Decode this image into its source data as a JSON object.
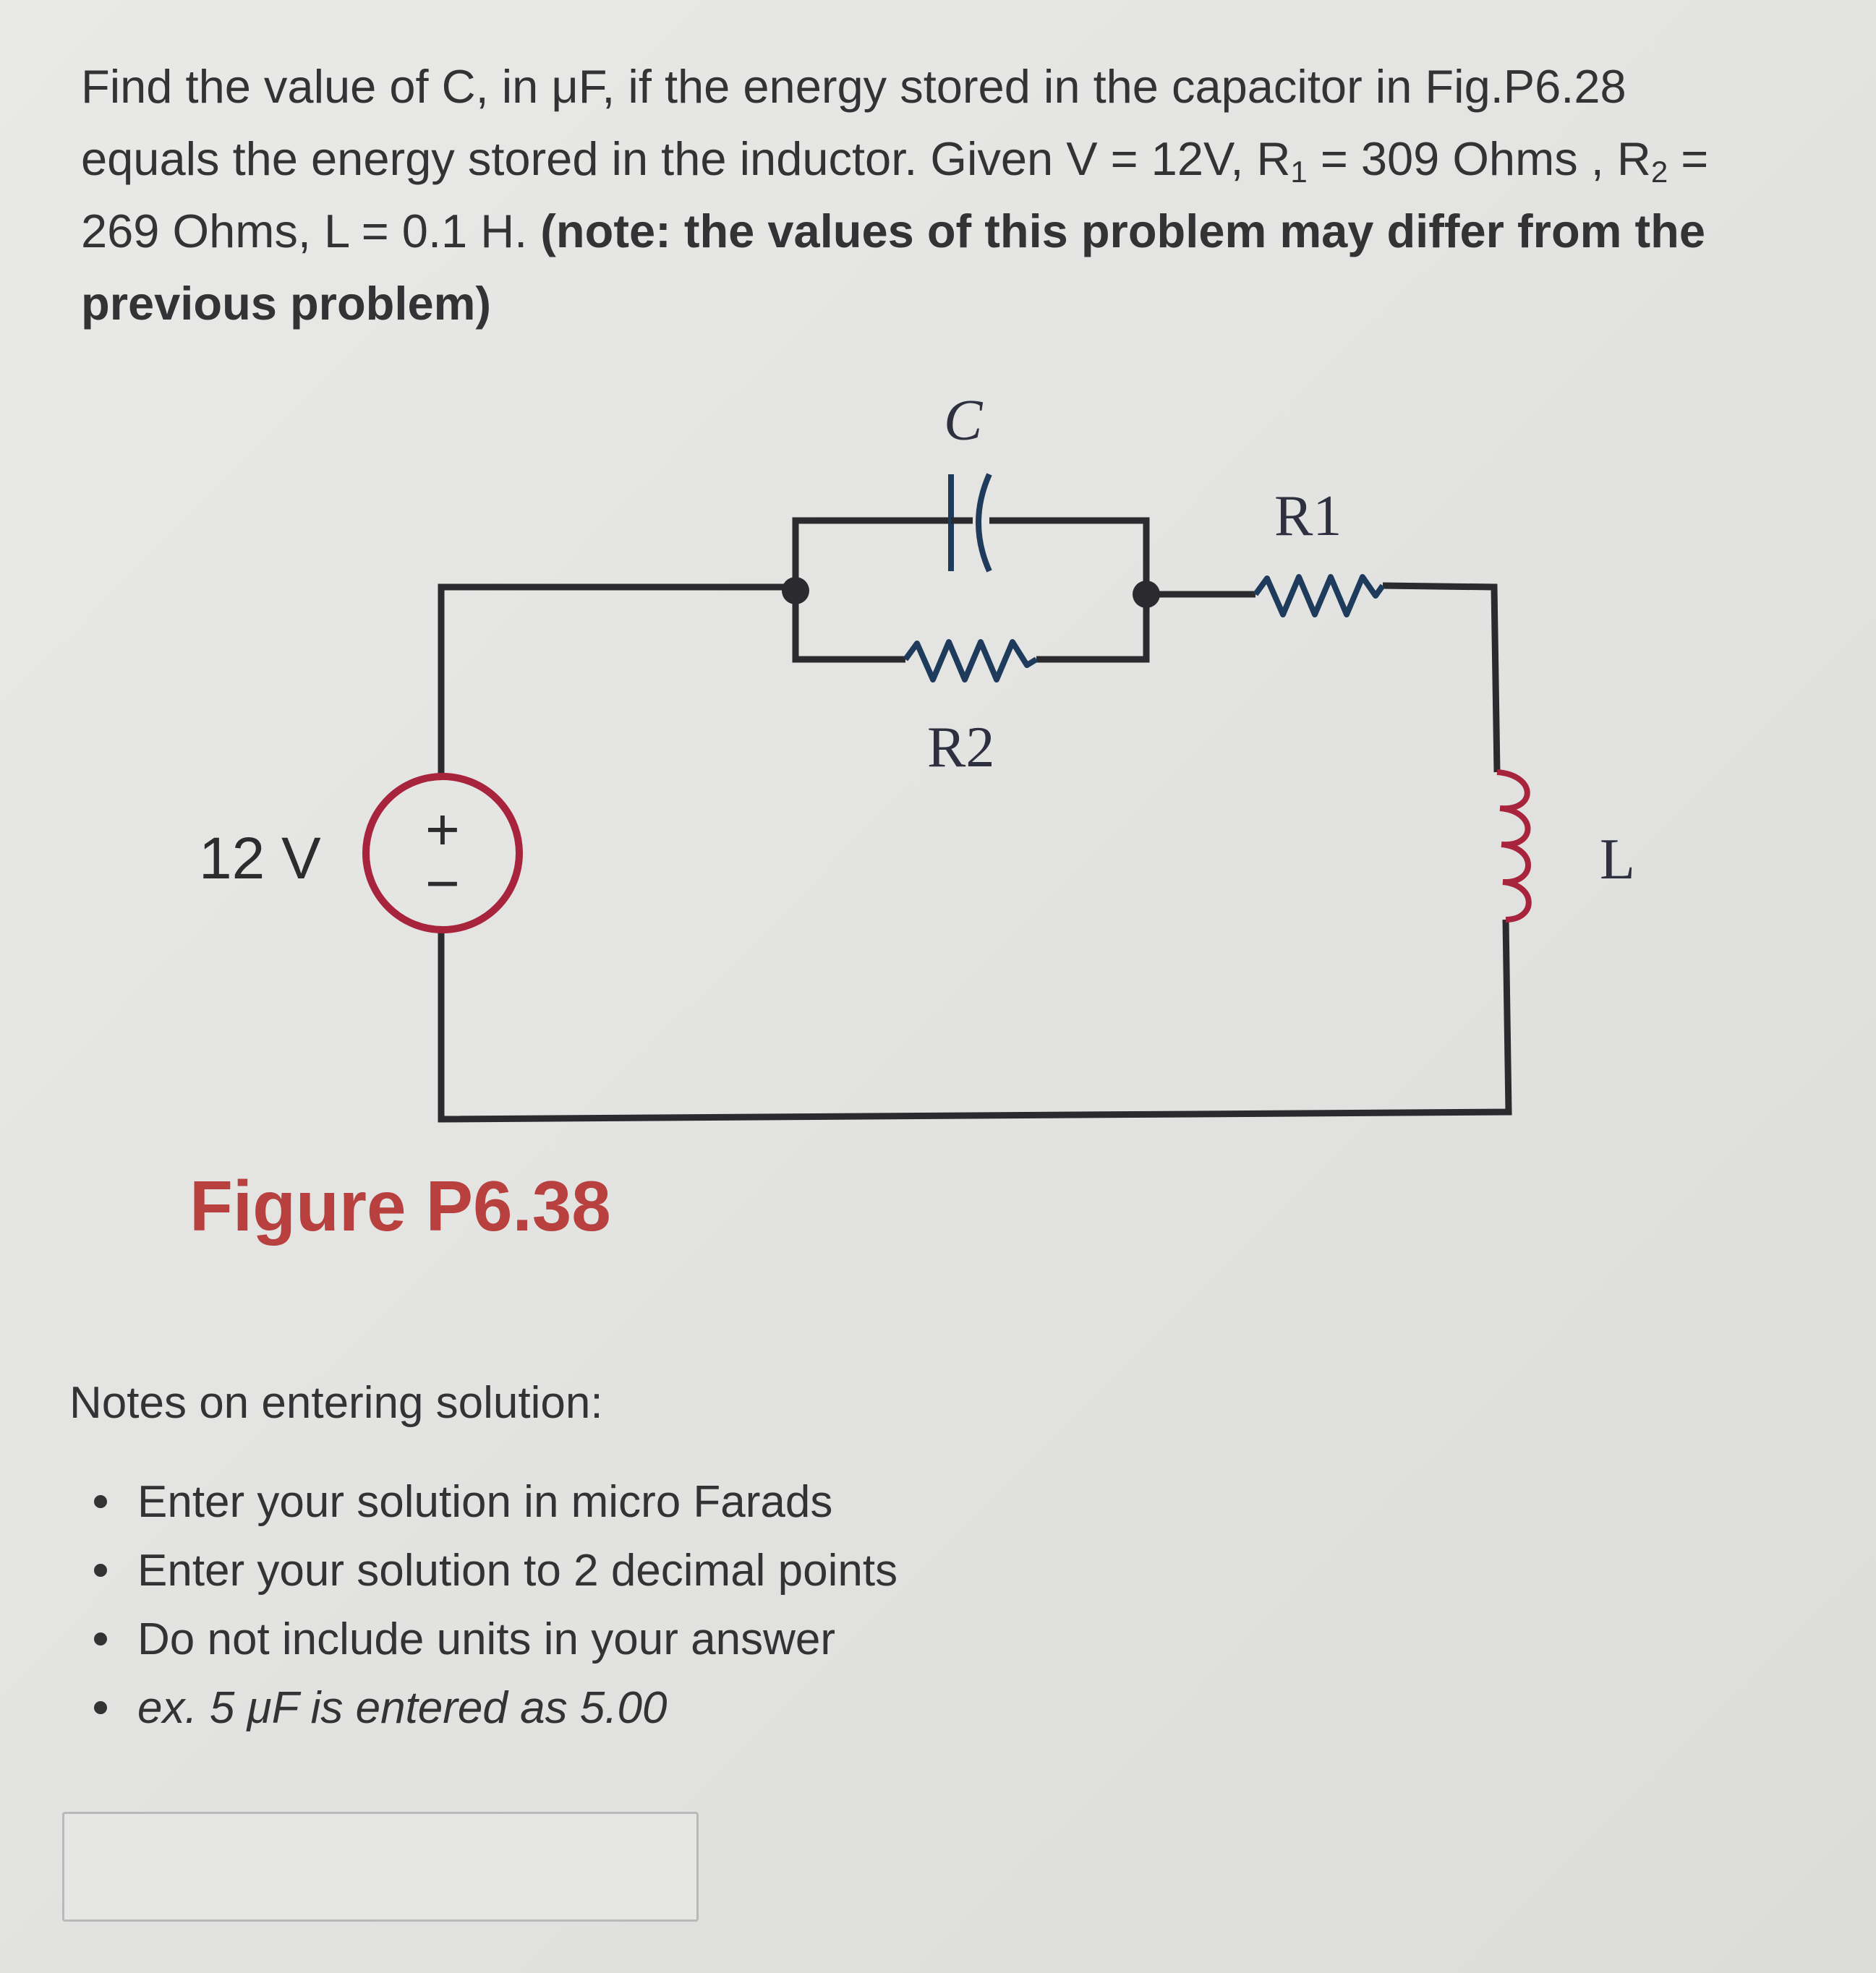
{
  "question": {
    "line1": "Find the value of C, in μF, if the energy stored in the capacitor in Fig.P6.28",
    "line2_a": "equals the energy stored in the inductor. Given V = 12V, R",
    "line2_sub1": "1",
    "line2_b": " = 309 Ohms , R",
    "line2_sub2": "2",
    "line2_c": " =",
    "line3_a": "269 Ohms, L = 0.1 H.  ",
    "line3_bold": "(note: the values of this problem may differ from the",
    "line4_bold": "previous problem)"
  },
  "circuit": {
    "source_label": "12 V",
    "source_plus": "+",
    "source_minus": "−",
    "capacitor_label": "C",
    "r1_label": "R1",
    "r2_label": "R2",
    "inductor_label": "L"
  },
  "figure_caption": "Figure P6.38",
  "notes": {
    "heading": "Notes on entering solution:",
    "items": [
      "Enter your solution in micro Farads",
      "Enter your solution to 2 decimal points",
      "Do not include units in your answer",
      "ex. 5 μF is entered as 5.00"
    ]
  },
  "answer": {
    "value": "",
    "placeholder": ""
  },
  "colors": {
    "wire": "#2b2b2f",
    "component": "#1f3b5c",
    "source_ring": "#a8243c",
    "caption": "#b8403e"
  }
}
